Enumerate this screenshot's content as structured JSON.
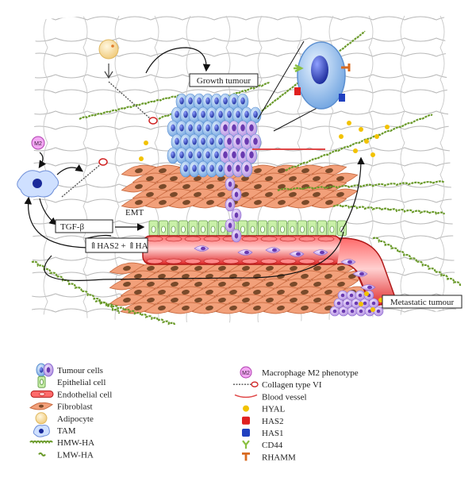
{
  "labels": {
    "growth_tumour": "Growth tumour",
    "metastatic_tumour": "Metastatic tumour",
    "tgf_beta": "TGF-β",
    "emt": "EMT",
    "has2_ha_prefix": "⇑HAS2 + ⇑HA",
    "m2_badge": "M2"
  },
  "legend_left": [
    {
      "icon": "tumour-cells-icon",
      "label": "Tumour cells"
    },
    {
      "icon": "epithelial-cell-icon",
      "label": "Epithelial cell"
    },
    {
      "icon": "endothelial-cell-icon",
      "label": "Endothelial cell"
    },
    {
      "icon": "fibroblast-icon",
      "label": "Fibroblast"
    },
    {
      "icon": "adipocyte-icon",
      "label": "Adipocyte"
    },
    {
      "icon": "tam-icon",
      "label": "TAM"
    },
    {
      "icon": "hmw-ha-icon",
      "label": "HMW-HA"
    },
    {
      "icon": "lmw-ha-icon",
      "label": "LMW-HA"
    }
  ],
  "legend_right": [
    {
      "icon": "macrophage-m2-icon",
      "label": "Macrophage M2 phenotype"
    },
    {
      "icon": "collagen-vi-icon",
      "label": "Collagen type VI"
    },
    {
      "icon": "blood-vessel-icon",
      "label": "Blood vessel"
    },
    {
      "icon": "hyal-icon",
      "label": "HYAL"
    },
    {
      "icon": "has2-icon",
      "label": "HAS2"
    },
    {
      "icon": "has1-icon",
      "label": "HAS1"
    },
    {
      "icon": "cd44-icon",
      "label": "CD44"
    },
    {
      "icon": "rhamm-icon",
      "label": "RHAMM"
    }
  ],
  "colors": {
    "tumour": "#8fb8e8",
    "tumour_nucleus": "#2b3fae",
    "epithelial": "#c9f0a8",
    "endothelial": "#f04848",
    "fibroblast": "#f2a07a",
    "adipocyte": "#f7d79a",
    "ha_green": "#6a9a2a",
    "hyal": "#f2c200",
    "has2": "#e02020",
    "has1": "#2040c0",
    "cd44": "#8ac040",
    "rhamm": "#d86a20",
    "m2": "#e060e0"
  }
}
